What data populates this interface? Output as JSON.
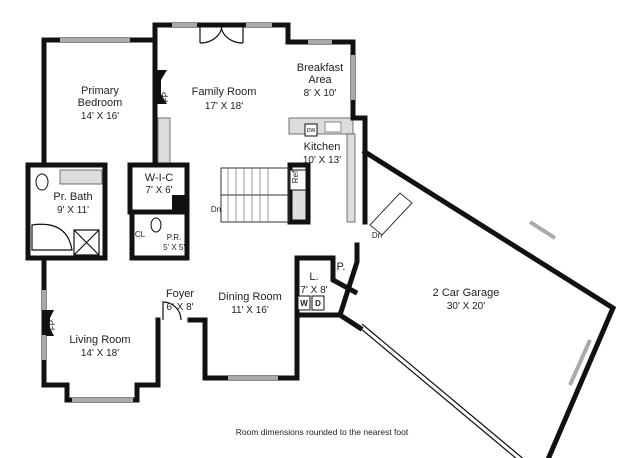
{
  "rooms": {
    "primary_bedroom": {
      "name_1": "Primary",
      "name_2": "Bedroom",
      "dims": "14' X 16'"
    },
    "family_room": {
      "name": "Family Room",
      "dims": "17' X 18'"
    },
    "breakfast_area": {
      "name_1": "Breakfast",
      "name_2": "Area",
      "dims": "8' X 10'"
    },
    "kitchen": {
      "name": "Kitchen",
      "dims": "10' X 13'"
    },
    "pr_bath": {
      "name": "Pr. Bath",
      "dims": "9' X 11'"
    },
    "wic": {
      "name": "W-I-C",
      "dims": "7' X 6'"
    },
    "powder_room": {
      "name": "P.R.",
      "dims": "5' X 5'"
    },
    "closet": {
      "name": "CL"
    },
    "foyer": {
      "name": "Foyer",
      "dims": "6' X 8'"
    },
    "dining_room": {
      "name": "Dining Room",
      "dims": "11' X 16'"
    },
    "living_room": {
      "name": "Living Room",
      "dims": "14' X 18'"
    },
    "laundry": {
      "name": "L.",
      "dims": "7' X 8'"
    },
    "pantry": {
      "name": "P."
    },
    "garage": {
      "name": "2 Car Garage",
      "dims": "30' X 20'"
    }
  },
  "fixtures": {
    "fireplace": "FP",
    "refrigerator": "Ref",
    "dishwasher": "DW",
    "washer": "W",
    "dryer": "D",
    "stairs_down": "Dn"
  },
  "footer_note": "Room dimensions rounded to the nearest foot"
}
